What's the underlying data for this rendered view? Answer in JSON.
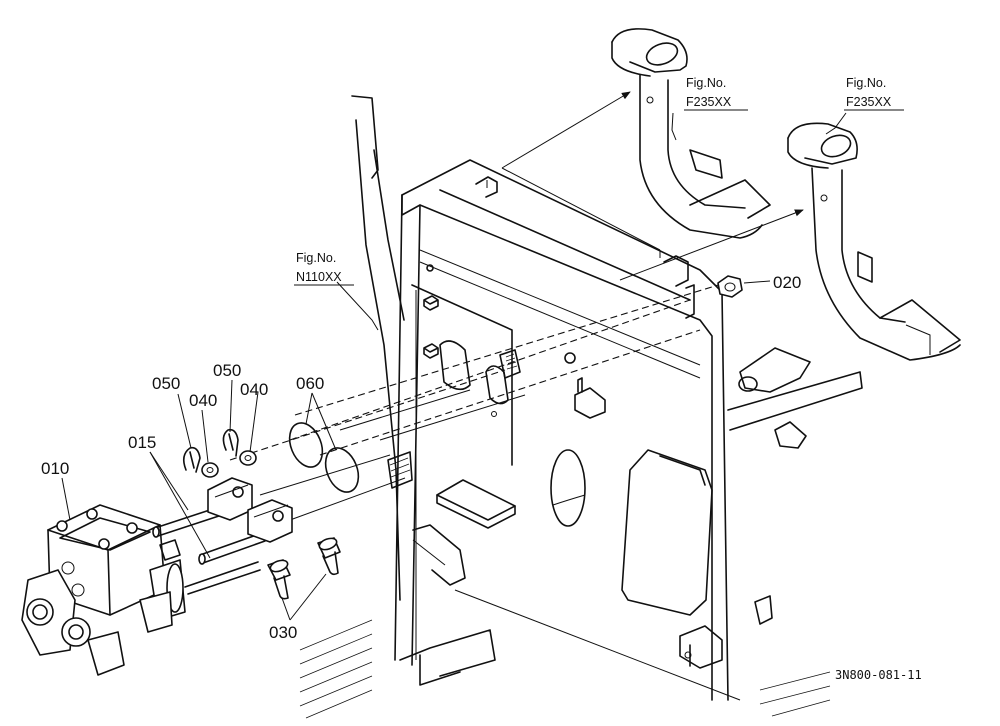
{
  "labels": {
    "p010": "010",
    "p015": "015",
    "p020": "020",
    "p030": "030",
    "p040a": "040",
    "p040b": "040",
    "p050a": "050",
    "p050b": "050",
    "p060": "060"
  },
  "refs": {
    "ref1": {
      "label": "Fig.No.",
      "code": "F235XX"
    },
    "ref2": {
      "label": "Fig.No.",
      "code": "F235XX"
    },
    "ref3": {
      "label": "Fig.No.",
      "code": "N110XX"
    }
  },
  "drawing_code": "3N800-081-11",
  "colors": {
    "ink": "#111111",
    "paper": "#ffffff"
  }
}
